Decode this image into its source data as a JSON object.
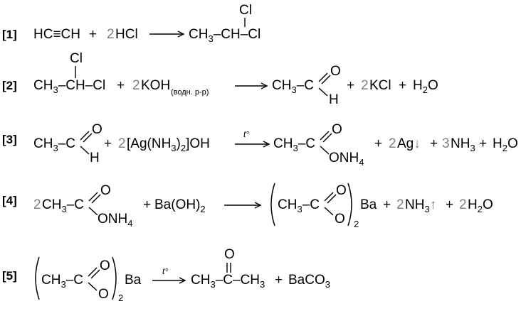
{
  "accent_color": "#808080",
  "reactions": [
    {
      "number": "[1]",
      "reactants": {
        "r1": "HC≡CH",
        "plus1": "+",
        "coef1": "2",
        "r2": "HCl"
      },
      "product": {
        "top": "Cl",
        "main": "CH",
        "sub": "3",
        "rest": "–CH–Cl"
      }
    },
    {
      "number": "[2]",
      "reactant1": {
        "top": "Cl",
        "main": "CH",
        "sub": "3",
        "rest": "–CH–Cl"
      },
      "plus1": "+",
      "coef1": "2",
      "r2": "KOH",
      "medium": "(водн. р-р)",
      "product1": {
        "main": "CH",
        "sub": "3",
        "rest": "–C",
        "o": "O",
        "h": "H"
      },
      "plus2": "+",
      "coef2": "2",
      "p2": "KCl",
      "plus3": "+",
      "p3": "H",
      "p3sub": "2",
      "p3end": "O"
    },
    {
      "number": "[3]",
      "reactant1": {
        "main": "CH",
        "sub": "3",
        "rest": "–C",
        "o": "O",
        "h": "H"
      },
      "plus1": "+",
      "coef1": "2",
      "r2a": "[Ag(NH",
      "r2sub1": "3",
      "r2b": ")",
      "r2sub2": "2",
      "r2c": "]OH",
      "condition": "t°",
      "product1": {
        "main": "CH",
        "sub": "3",
        "rest": "–C",
        "o": "O",
        "onh": "ONH",
        "onhsub": "4"
      },
      "plus2": "+",
      "coef2": "2",
      "p2": "Ag",
      "p2arrow": "↓",
      "plus3": "+",
      "coef3": "3",
      "p3": "NH",
      "p3sub": "3",
      "plus4": "+",
      "p4": "H",
      "p4sub": "2",
      "p4end": "O"
    },
    {
      "number": "[4]",
      "coef0": "2",
      "reactant1": {
        "main": "CH",
        "sub": "3",
        "rest": "–C",
        "o": "O",
        "onh": "ONH",
        "onhsub": "4"
      },
      "plus1": "+",
      "r2": "Ba(OH)",
      "r2sub": "2",
      "product1": {
        "main": "CH",
        "sub": "3",
        "rest": "–C",
        "o": "O",
        "o2": "O",
        "outsub": "2",
        "metal": "Ba"
      },
      "plus2": "+",
      "coef2": "2",
      "p2": "NH",
      "p2sub": "3",
      "p2arrow": "↑",
      "plus3": "+",
      "coef3": "2",
      "p3": "H",
      "p3sub": "2",
      "p3end": "O"
    },
    {
      "number": "[5]",
      "reactant1": {
        "main": "CH",
        "sub": "3",
        "rest": "–C",
        "o": "O",
        "o2": "O",
        "outsub": "2",
        "metal": "Ba"
      },
      "condition": "t°",
      "product1": {
        "top": "O",
        "main": "CH",
        "sub": "3",
        "rest": "–C–CH",
        "sub2": "3"
      },
      "plus1": "+",
      "p2": "BaCO",
      "p2sub": "3"
    }
  ]
}
